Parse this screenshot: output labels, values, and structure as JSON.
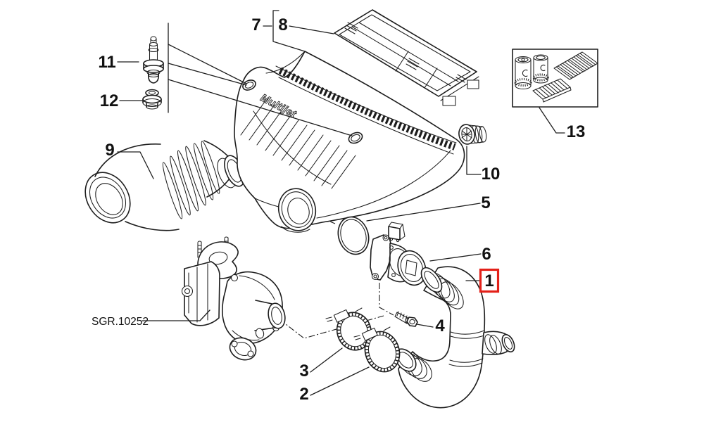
{
  "figure": {
    "type": "exploded-parts-diagram",
    "subject": "air-intake-system",
    "group_label": "SGR.10252",
    "brand_label": "Multijet",
    "colors": {
      "background": "#ffffff",
      "line": "#1d1d1d",
      "highlight": "#e32119",
      "label_text": "#111111"
    },
    "callouts": [
      {
        "label": "1",
        "highlighted": true
      },
      {
        "label": "2",
        "highlighted": false
      },
      {
        "label": "3",
        "highlighted": false
      },
      {
        "label": "4",
        "highlighted": false
      },
      {
        "label": "5",
        "highlighted": false
      },
      {
        "label": "6",
        "highlighted": false
      },
      {
        "label": "7",
        "highlighted": false
      },
      {
        "label": "8",
        "highlighted": false
      },
      {
        "label": "9",
        "highlighted": false
      },
      {
        "label": "10",
        "highlighted": false
      },
      {
        "label": "11",
        "highlighted": false
      },
      {
        "label": "12",
        "highlighted": false
      },
      {
        "label": "13",
        "highlighted": false
      }
    ]
  }
}
